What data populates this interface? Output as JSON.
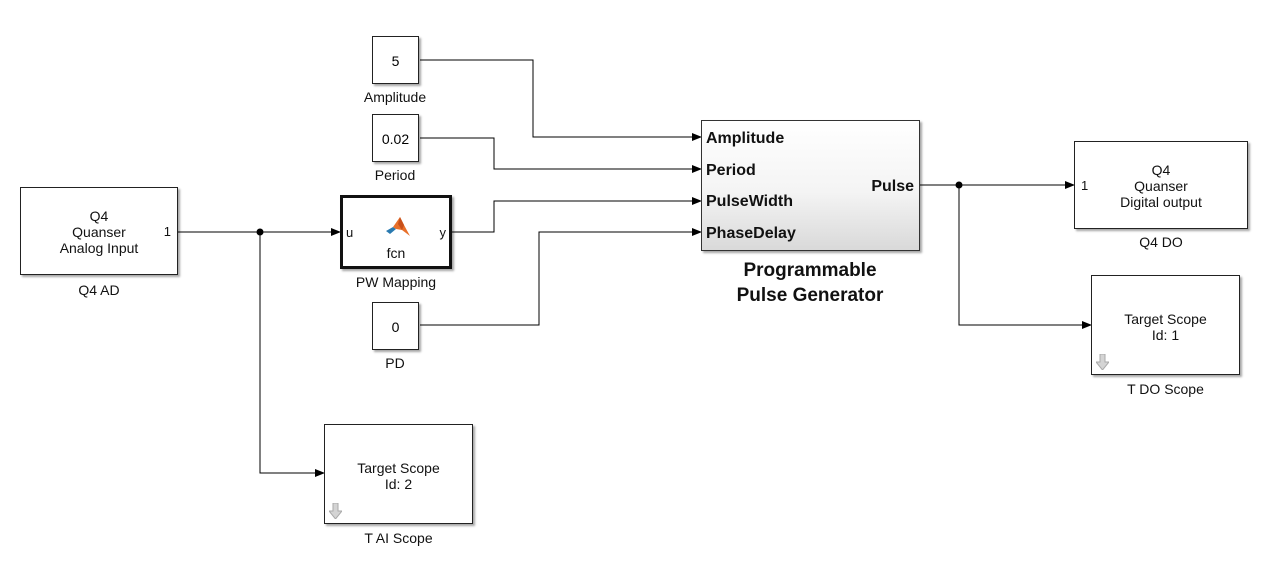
{
  "blocks": {
    "q4_ad": {
      "lines": [
        "Q4",
        "Quanser",
        "Analog Input"
      ],
      "out_port": "1",
      "caption": "Q4 AD"
    },
    "amplitude": {
      "value": "5",
      "caption": "Amplitude"
    },
    "period": {
      "value": "0.02",
      "caption": "Period"
    },
    "pw_mapping": {
      "in_port": "u",
      "out_port": "y",
      "fcn_label": "fcn",
      "caption": "PW Mapping"
    },
    "pd": {
      "value": "0",
      "caption": "PD"
    },
    "pulse_gen": {
      "inputs": [
        "Amplitude",
        "Period",
        "PulseWidth",
        "PhaseDelay"
      ],
      "output": "Pulse",
      "caption_lines": [
        "Programmable",
        "Pulse Generator"
      ]
    },
    "q4_do": {
      "lines": [
        "Q4",
        "Quanser",
        "Digital output"
      ],
      "in_port": "1",
      "caption": "Q4 DO"
    },
    "t_do_scope": {
      "lines": [
        "Target Scope",
        "Id: 1"
      ],
      "caption": "T DO Scope"
    },
    "t_ai_scope": {
      "lines": [
        "Target Scope",
        "Id: 2"
      ],
      "caption": "T AI Scope"
    }
  },
  "icons": [
    "matlab-icon",
    "download-arrow-icon"
  ],
  "colors": {
    "line": "#000000",
    "block_border": "#222222",
    "matlab_orange": "#e8702a",
    "matlab_blue": "#2a7ab0"
  }
}
